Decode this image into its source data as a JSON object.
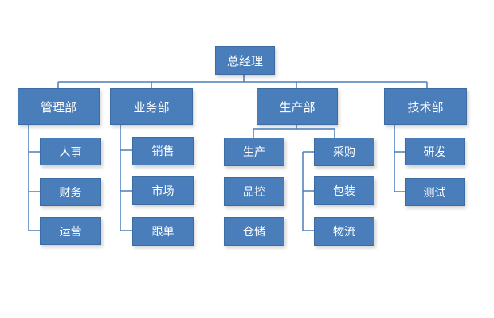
{
  "org_chart": {
    "root": {
      "label": "总经理"
    },
    "departments": [
      {
        "label": "管理部",
        "children": [
          "人事",
          "财务",
          "运营"
        ]
      },
      {
        "label": "业务部",
        "children": [
          "销售",
          "市场",
          "跟单"
        ]
      },
      {
        "label": "生产部",
        "children": [],
        "groups": [
          {
            "children": [
              "生产",
              "品控",
              "仓储"
            ]
          },
          {
            "children": [
              "采购",
              "包装",
              "物流"
            ]
          }
        ]
      },
      {
        "label": "技术部",
        "children": [
          "研发",
          "测试"
        ]
      }
    ],
    "colors": {
      "box_fill": "#4a7ebb",
      "box_border": "#3d6ca3",
      "connector": "#4a7ebb",
      "text": "#ffffff"
    }
  }
}
